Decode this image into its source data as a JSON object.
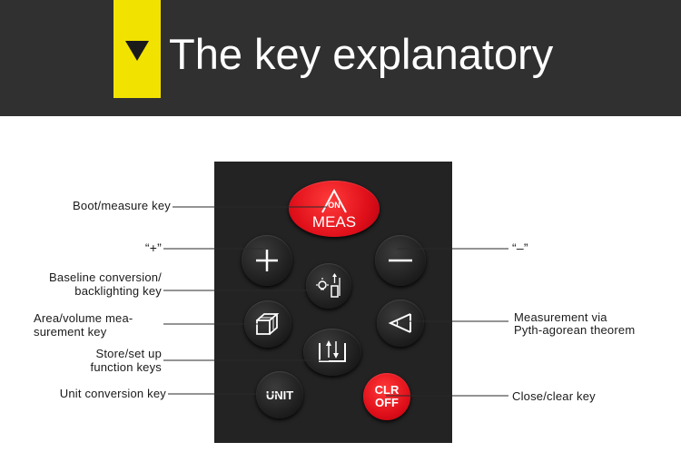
{
  "header": {
    "title": "The key explanatory",
    "marker_icon": "triangle-down-icon",
    "accent_color": "#f2e200",
    "background_color": "#303030"
  },
  "keys": {
    "meas": {
      "line1": "ON",
      "line2": "MEAS"
    },
    "unit": {
      "label": "UNIT"
    },
    "clr": {
      "line1": "CLR",
      "line2": "OFF"
    },
    "plus_icon": "plus-icon",
    "minus_icon": "minus-icon",
    "baseline_icon": "lamp-baseline-icon",
    "area_icon": "cube-icon",
    "pyth_icon": "angle-icon",
    "store_icon": "store-arrows-icon"
  },
  "labels": {
    "boot": "Boot/measure key",
    "plus": "“+”",
    "baseline_1": "Baseline conversion/",
    "baseline_2": "backlighting key",
    "area_1": "Area/volume mea-",
    "area_2": "surement key",
    "store_1": "Store/set up",
    "store_2": "function keys",
    "unit": "Unit conversion key",
    "minus": "“–”",
    "pyth_1": "Measurement via",
    "pyth_2": "Pyth-agorean theorem",
    "close": "Close/clear key"
  }
}
